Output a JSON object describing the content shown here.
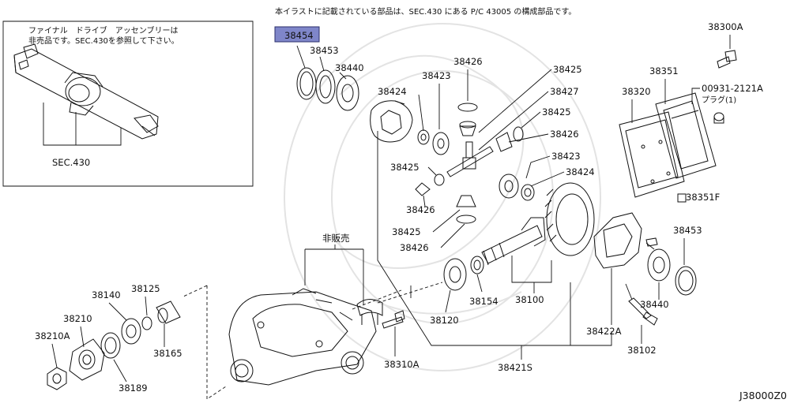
{
  "header_note": "本イラストに記載されている部品は、SEC.430 にある P/C 43005 の構成部品です。",
  "inset": {
    "note_line1": "ファイナル　ドライブ　アッセンブリーは",
    "note_line2": "非売品です。SEC.430を参照して下さい。",
    "sec_label": "SEC.430"
  },
  "not_for_sale_label": "非販売",
  "diagram_id": "J38000Z0",
  "highlighted_part": "38454",
  "parts": {
    "p38454": "38454",
    "p38453_top": "38453",
    "p38440_top": "38440",
    "p38424_a": "38424",
    "p38423_a": "38423",
    "p38426_a": "38426",
    "p38425_a": "38425",
    "p38427": "38427",
    "p38425_b": "38425",
    "p38426_b": "38426",
    "p38425_c": "38425",
    "p38423_b": "38423",
    "p38424_b": "38424",
    "p38426_c": "38426",
    "p38425_d": "38425",
    "p38426_d": "38426",
    "p38300A": "38300A",
    "p38351": "38351",
    "p38320": "38320",
    "p00931": "00931-2121A",
    "plug_note": "プラグ(1)",
    "p38351F": "38351F",
    "p38453_right": "38453",
    "p38440_right": "38440",
    "p38422A": "38422A",
    "p38102": "38102",
    "p38100": "38100",
    "p38154": "38154",
    "p38120": "38120",
    "p38421S": "38421S",
    "p38310A": "38310A",
    "p38140": "38140",
    "p38125": "38125",
    "p38210": "38210",
    "p38210A": "38210A",
    "p38165": "38165",
    "p38189": "38189"
  }
}
